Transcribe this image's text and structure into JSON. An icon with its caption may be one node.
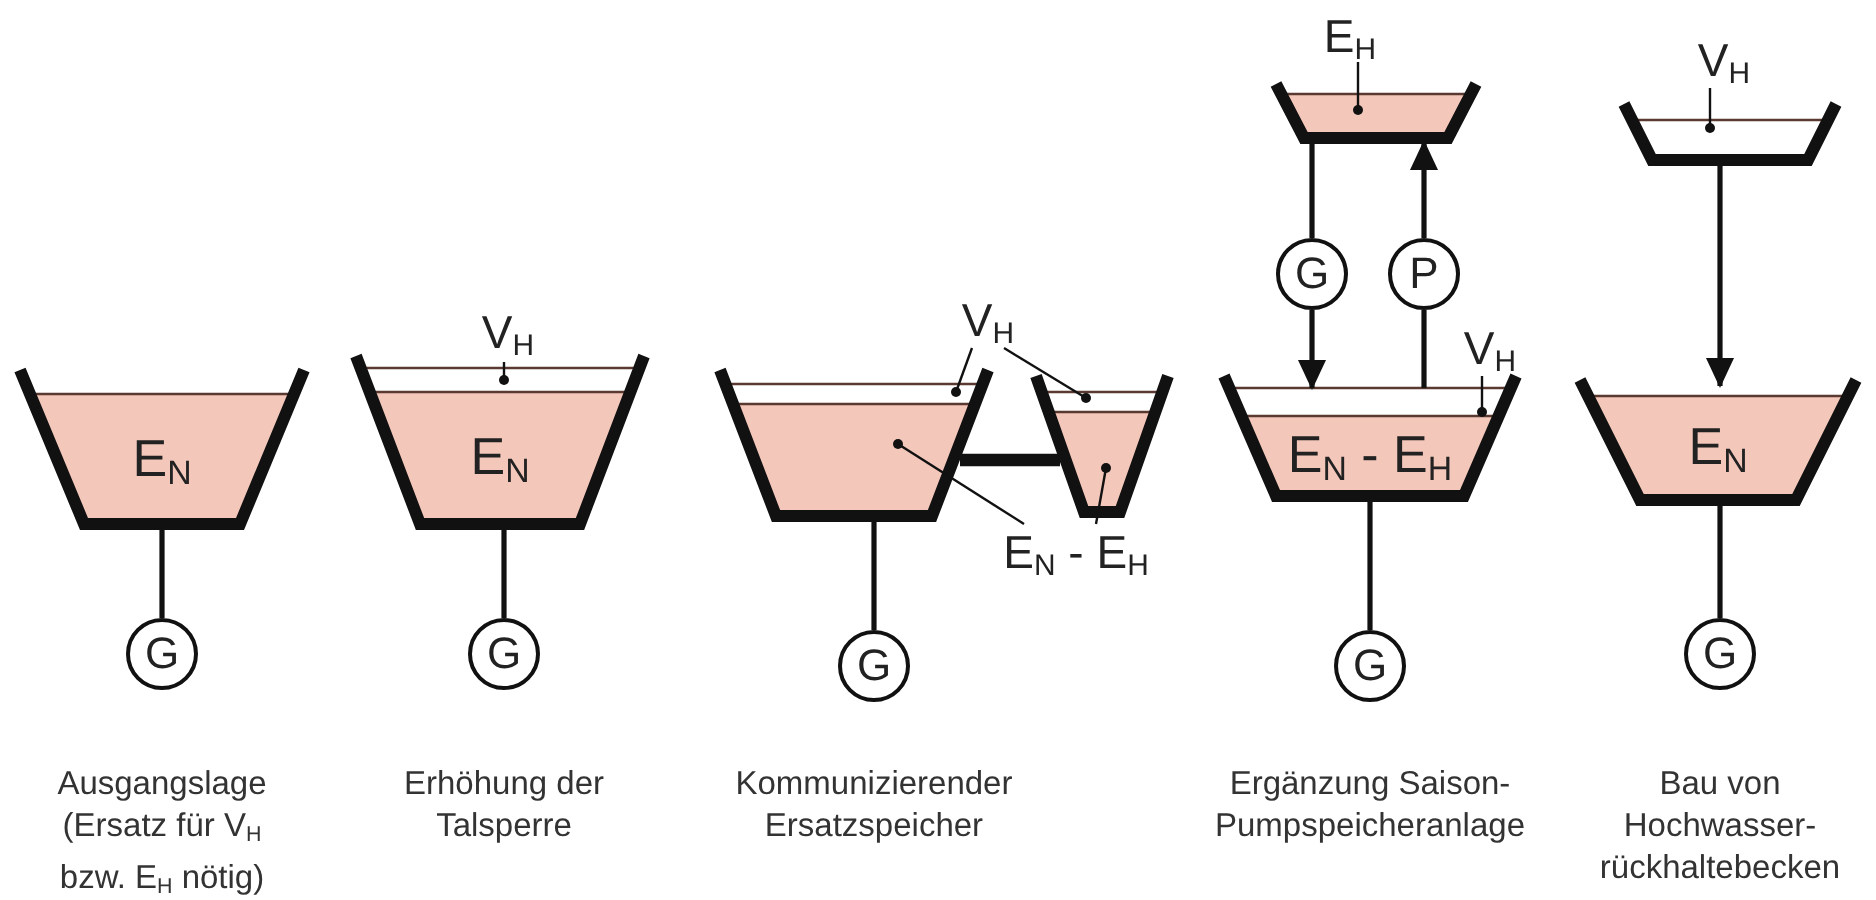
{
  "diagram": {
    "nodes": [
      {
        "text": [
          "E$_{N}$"
        ]
      },
      {
        "text": [
          "G"
        ],
        "beside": [
          "Ausgangslage (Ersatz für V$_{H}$ bzw. E$_{H}$ nötig)"
        ]
      },
      {
        "text": [
          "V$_{H}$"
        ]
      },
      {
        "text": [
          "E$_{N}$"
        ]
      },
      {
        "text": [
          "G"
        ],
        "beside": [
          "Erhöhung der Talsperre"
        ]
      },
      {
        "text": [
          "V$_{H}$"
        ]
      },
      {
        "text": [],
        "shape": "trapezoid"
      },
      {
        "text": [],
        "shape": "trapezoid"
      },
      {
        "text": [
          "E$_{N}$ - E$_{H}$"
        ]
      },
      {
        "text": [
          "G"
        ],
        "beside": [
          "Kommunizierender Ersatzspeicher"
        ]
      },
      {
        "text": [
          "E$_{H}$"
        ]
      },
      {
        "text": [],
        "shape": "trapezoid"
      },
      {
        "text": [
          "G"
        ]
      },
      {
        "text": [
          "P"
        ]
      },
      {
        "text": [
          "V$_{H}$"
        ]
      },
      {
        "text": [
          "E$_{N}$ - E$_{H}$"
        ]
      },
      {
        "text": [
          "G"
        ],
        "beside": [
          "Ergänzung Saison-Pumpspeicheranlage"
        ]
      },
      {
        "text": [
          "V$_{H}$"
        ]
      },
      {
        "text": [],
        "shape": "trapezoid"
      },
      {
        "text": [
          "E$_{N}$"
        ]
      },
      {
        "text": [
          "G"
        ],
        "beside": [
          "Bau von Hochwasser-rückhaltebecken"
        ]
      }
    ],
    "edges": [
      {
        "from": 0,
        "to": 1,
        "arrow": "none"
      },
      {
        "from": 2,
        "to": 3,
        "arrow": "other"
      },
      {
        "from": 3,
        "to": 4,
        "arrow": "none"
      },
      {
        "from": 5,
        "to": 6,
        "arrow": "other"
      },
      {
        "from": 5,
        "to": 7,
        "arrow": "other"
      },
      {
        "from": 6,
        "to": 7,
        "arrow": "none",
        "style": "thick"
      },
      {
        "from": 8,
        "to": 6,
        "arrow": "other"
      },
      {
        "from": 8,
        "to": 7,
        "arrow": "other"
      },
      {
        "from": 6,
        "to": 9,
        "arrow": "none"
      },
      {
        "from": 10,
        "to": 11,
        "arrow": "other"
      },
      {
        "from": 11,
        "to": 12,
        "arrow": "none"
      },
      {
        "from": 12,
        "to": 15,
        "arrow": "to"
      },
      {
        "from": 15,
        "to": 13,
        "arrow": "none"
      },
      {
        "from": 13,
        "to": 11,
        "arrow": "to"
      },
      {
        "from": 14,
        "to": 15,
        "arrow": "other"
      },
      {
        "from": 15,
        "to": 16,
        "arrow": "none"
      },
      {
        "from": 17,
        "to": 18,
        "arrow": "other"
      },
      {
        "from": 18,
        "to": 19,
        "arrow": "to"
      },
      {
        "from": 19,
        "to": 20,
        "arrow": "none"
      }
    ]
  }
}
